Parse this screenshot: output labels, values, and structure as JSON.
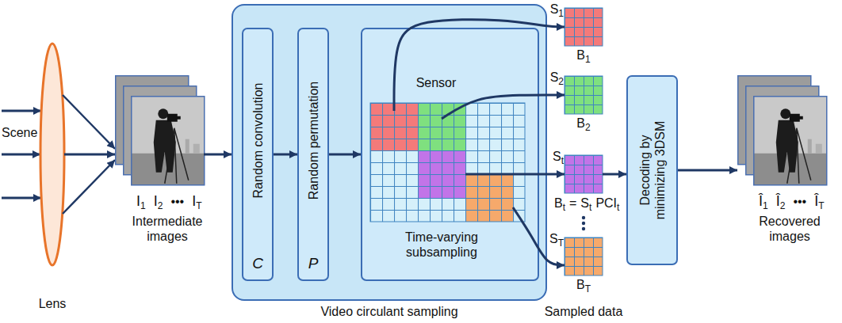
{
  "diagram": {
    "nodes": [
      {
        "text": [
          "Lens"
        ]
      },
      {
        "text": [
          "Intermediate images"
        ]
      },
      {
        "text": [
          "Video circulant sampling"
        ]
      },
      {
        "text": [
          "Random convolution",
          "C"
        ],
        "in": 2
      },
      {
        "text": [
          "Random permutation",
          "P"
        ],
        "in": 2
      },
      {
        "text": [
          "Sensor",
          "Time-varying subsampling"
        ],
        "in": 2
      },
      {
        "text": [
          "S1",
          "B1"
        ]
      },
      {
        "text": [
          "S2",
          "B2"
        ]
      },
      {
        "text": [
          "St"
        ]
      },
      {
        "text": [
          "ST",
          "BT"
        ]
      },
      {
        "text": [
          "Decoding by minimizing 3DSM"
        ]
      },
      {
        "text": [
          "Recovered images"
        ]
      }
    ],
    "edges": [
      {
        "from": 0,
        "to": 1,
        "arrow": "to"
      },
      {
        "from": 1,
        "to": 2,
        "arrow": "to"
      },
      {
        "from": 3,
        "to": 4,
        "arrow": "to"
      },
      {
        "from": 4,
        "to": 5,
        "arrow": "to"
      },
      {
        "from": 5,
        "to": 6,
        "arrow": "to"
      },
      {
        "from": 5,
        "to": 7,
        "arrow": "to"
      },
      {
        "from": 5,
        "to": 8,
        "arrow": "to"
      },
      {
        "from": 5,
        "to": 9,
        "arrow": "to"
      },
      {
        "from": 8,
        "to": 10,
        "arrow": "to"
      },
      {
        "from": 10,
        "to": 11,
        "arrow": "to"
      }
    ],
    "labels": [
      "Scene",
      "I1",
      "I2",
      "•••",
      "IT",
      "Sampled data",
      "Bt",
      "=",
      "St",
      "PCIt",
      "Î1",
      "Î2",
      "•••",
      "ÎT"
    ]
  }
}
